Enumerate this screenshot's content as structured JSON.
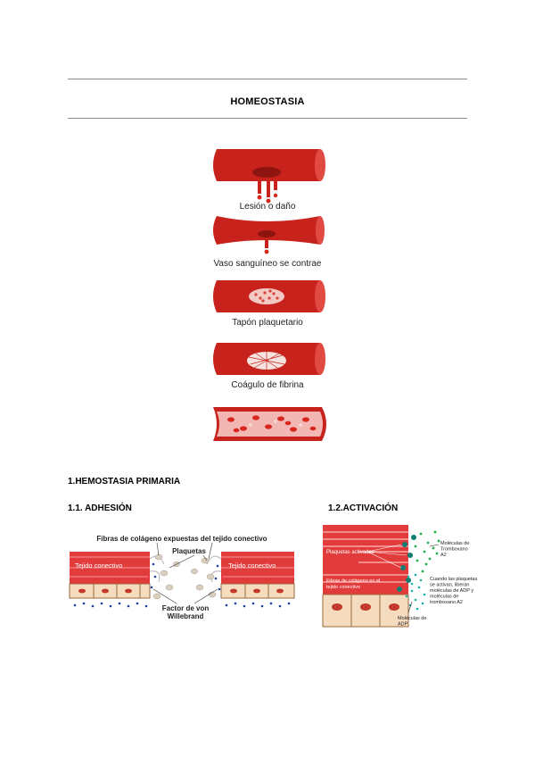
{
  "document": {
    "title": "HOMEOSTASIA",
    "section_primary": "1.HEMOSTASIA PRIMARIA",
    "subsection_adhesion": "1.1. ADHESIÓN",
    "subsection_activation": "1.2.ACTIVACIÓN"
  },
  "figure_vessel": {
    "stages": [
      {
        "label": "Lesión o daño"
      },
      {
        "label": "Vaso sanguíneo se contrae"
      },
      {
        "label": "Tapón plaquetario"
      },
      {
        "label": "Coágulo de fibrina"
      }
    ],
    "colors": {
      "vessel": "#c8221c",
      "vessel_dark": "#8e1410",
      "blood_drop": "#d8261f"
    }
  },
  "figure_adhesion": {
    "label_collagen": "Fibras de colágeno expuestas del tejido conectivo",
    "label_platelets": "Plaquetas",
    "label_tissue_left": "Tejido conectivo",
    "label_tissue_right": "Tejido conectivo",
    "label_vwf": "Factor de von Willebrand",
    "colors": {
      "tissue": "#e23b3b",
      "cells": "#f6dcbf",
      "vwf": "#1f3fa8"
    }
  },
  "figure_activation": {
    "label_activated": "Plaquetas activadas",
    "label_collagen": "Fibras de colágeno en el tejido conectivo",
    "label_thromboxane": "Moléculas de Tromboxano A2",
    "label_adp": "Moléculas de ADP",
    "label_note": "Cuando las plaquetas se activan, liberan moléculas de ADP y moléculas de tromboxano A2",
    "colors": {
      "thromboxane": "#22b04a",
      "adp": "#18b7a8"
    }
  }
}
